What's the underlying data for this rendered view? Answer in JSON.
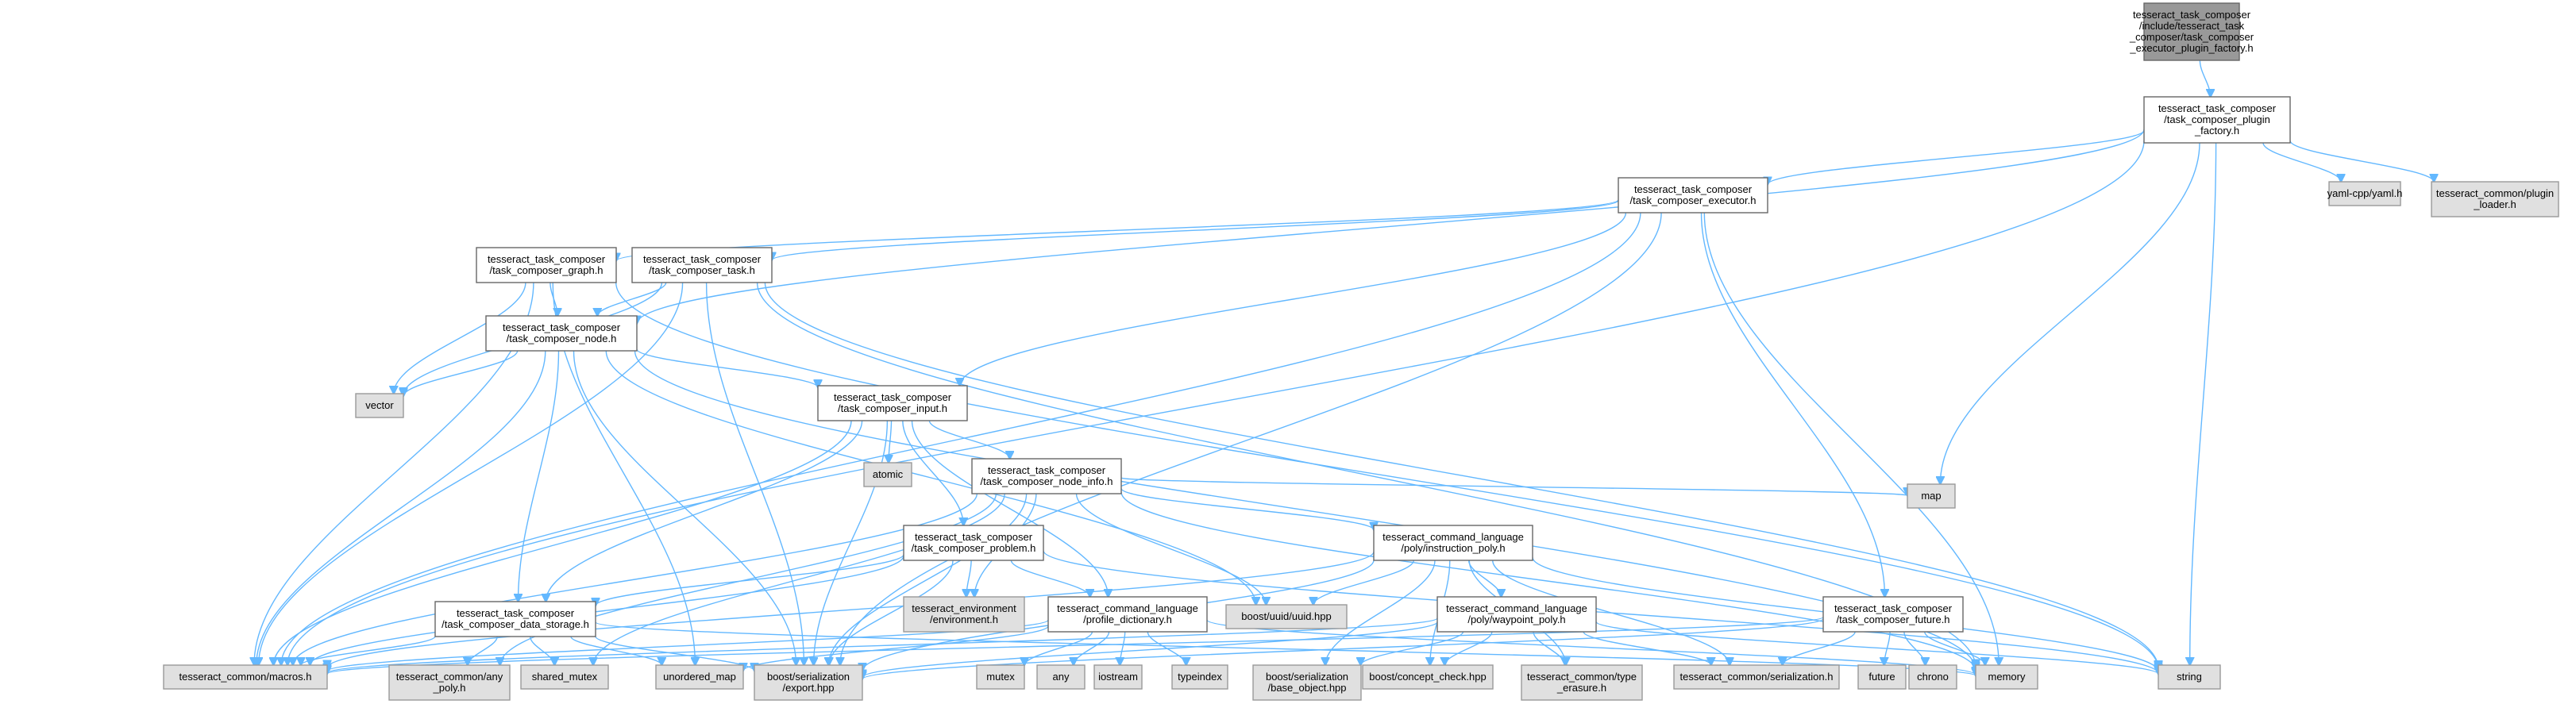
{
  "graph": {
    "root": "root",
    "nodes": [
      {
        "id": "root",
        "kind": "root",
        "lines": [
          "tesseract_task_composer",
          "/include/tesseract_task",
          "_composer/task_composer",
          "_executor_plugin_factory.h"
        ]
      },
      {
        "id": "plugin_factory",
        "kind": "doc",
        "lines": [
          "tesseract_task_composer",
          "/task_composer_plugin",
          "_factory.h"
        ]
      },
      {
        "id": "executor",
        "kind": "doc",
        "lines": [
          "tesseract_task_composer",
          "/task_composer_executor.h"
        ]
      },
      {
        "id": "yaml",
        "kind": "ext",
        "lines": [
          "yaml-cpp/yaml.h"
        ]
      },
      {
        "id": "plugin_loader",
        "kind": "ext",
        "lines": [
          "tesseract_common/plugin",
          "_loader.h"
        ]
      },
      {
        "id": "graph_h",
        "kind": "doc",
        "lines": [
          "tesseract_task_composer",
          "/task_composer_graph.h"
        ]
      },
      {
        "id": "task_h",
        "kind": "doc",
        "lines": [
          "tesseract_task_composer",
          "/task_composer_task.h"
        ]
      },
      {
        "id": "node_h",
        "kind": "doc",
        "lines": [
          "tesseract_task_composer",
          "/task_composer_node.h"
        ]
      },
      {
        "id": "vector",
        "kind": "ext",
        "lines": [
          "vector"
        ]
      },
      {
        "id": "input_h",
        "kind": "doc",
        "lines": [
          "tesseract_task_composer",
          "/task_composer_input.h"
        ]
      },
      {
        "id": "atomic",
        "kind": "ext",
        "lines": [
          "atomic"
        ]
      },
      {
        "id": "node_info",
        "kind": "doc",
        "lines": [
          "tesseract_task_composer",
          "/task_composer_node_info.h"
        ]
      },
      {
        "id": "map",
        "kind": "ext",
        "lines": [
          "map"
        ]
      },
      {
        "id": "problem_h",
        "kind": "doc",
        "lines": [
          "tesseract_task_composer",
          "/task_composer_problem.h"
        ]
      },
      {
        "id": "instruction_poly",
        "kind": "doc",
        "lines": [
          "tesseract_command_language",
          "/poly/instruction_poly.h"
        ]
      },
      {
        "id": "environment",
        "kind": "ext",
        "lines": [
          "tesseract_environment",
          "/environment.h"
        ]
      },
      {
        "id": "uuid",
        "kind": "ext",
        "lines": [
          "boost/uuid/uuid.hpp"
        ]
      },
      {
        "id": "data_storage",
        "kind": "doc",
        "lines": [
          "tesseract_task_composer",
          "/task_composer_data_storage.h"
        ]
      },
      {
        "id": "profile_dict",
        "kind": "doc",
        "lines": [
          "tesseract_command_language",
          "/profile_dictionary.h"
        ]
      },
      {
        "id": "waypoint_poly",
        "kind": "doc",
        "lines": [
          "tesseract_command_language",
          "/poly/waypoint_poly.h"
        ]
      },
      {
        "id": "future_h",
        "kind": "doc",
        "lines": [
          "tesseract_task_composer",
          "/task_composer_future.h"
        ]
      },
      {
        "id": "macros",
        "kind": "ext",
        "lines": [
          "tesseract_common/macros.h"
        ]
      },
      {
        "id": "any_poly",
        "kind": "ext",
        "lines": [
          "tesseract_common/any",
          "_poly.h"
        ]
      },
      {
        "id": "shared_mutex",
        "kind": "ext",
        "lines": [
          "shared_mutex"
        ]
      },
      {
        "id": "unordered_map",
        "kind": "ext",
        "lines": [
          "unordered_map"
        ]
      },
      {
        "id": "export",
        "kind": "ext",
        "lines": [
          "boost/serialization",
          "/export.hpp"
        ]
      },
      {
        "id": "mutex",
        "kind": "ext",
        "lines": [
          "mutex"
        ]
      },
      {
        "id": "any",
        "kind": "ext",
        "lines": [
          "any"
        ]
      },
      {
        "id": "iostream",
        "kind": "ext",
        "lines": [
          "iostream"
        ]
      },
      {
        "id": "typeindex",
        "kind": "ext",
        "lines": [
          "typeindex"
        ]
      },
      {
        "id": "base_object",
        "kind": "ext",
        "lines": [
          "boost/serialization",
          "/base_object.hpp"
        ]
      },
      {
        "id": "concept_check",
        "kind": "ext",
        "lines": [
          "boost/concept_check.hpp"
        ]
      },
      {
        "id": "type_erasure",
        "kind": "ext",
        "lines": [
          "tesseract_common/type",
          "_erasure.h"
        ]
      },
      {
        "id": "serialization",
        "kind": "ext",
        "lines": [
          "tesseract_common/serialization.h"
        ]
      },
      {
        "id": "future",
        "kind": "ext",
        "lines": [
          "future"
        ]
      },
      {
        "id": "chrono",
        "kind": "ext",
        "lines": [
          "chrono"
        ]
      },
      {
        "id": "memory",
        "kind": "ext",
        "lines": [
          "memory"
        ]
      },
      {
        "id": "string",
        "kind": "ext",
        "lines": [
          "string"
        ]
      }
    ],
    "edges": [
      [
        "root",
        "plugin_factory"
      ],
      [
        "plugin_factory",
        "executor"
      ],
      [
        "plugin_factory",
        "yaml"
      ],
      [
        "plugin_factory",
        "plugin_loader"
      ],
      [
        "plugin_factory",
        "map"
      ],
      [
        "plugin_factory",
        "string"
      ],
      [
        "plugin_factory",
        "macros"
      ],
      [
        "plugin_factory",
        "node_h"
      ],
      [
        "executor",
        "graph_h"
      ],
      [
        "executor",
        "task_h"
      ],
      [
        "executor",
        "input_h"
      ],
      [
        "executor",
        "future_h"
      ],
      [
        "executor",
        "macros"
      ],
      [
        "executor",
        "export"
      ],
      [
        "executor",
        "memory"
      ],
      [
        "graph_h",
        "node_h"
      ],
      [
        "graph_h",
        "vector"
      ],
      [
        "graph_h",
        "macros"
      ],
      [
        "graph_h",
        "unordered_map"
      ],
      [
        "graph_h",
        "string"
      ],
      [
        "task_h",
        "node_h"
      ],
      [
        "task_h",
        "vector"
      ],
      [
        "task_h",
        "macros"
      ],
      [
        "task_h",
        "export"
      ],
      [
        "task_h",
        "memory"
      ],
      [
        "task_h",
        "string"
      ],
      [
        "node_h",
        "vector"
      ],
      [
        "node_h",
        "input_h"
      ],
      [
        "node_h",
        "data_storage"
      ],
      [
        "node_h",
        "macros"
      ],
      [
        "node_h",
        "export"
      ],
      [
        "node_h",
        "uuid"
      ],
      [
        "node_h",
        "memory"
      ],
      [
        "input_h",
        "atomic"
      ],
      [
        "input_h",
        "node_info"
      ],
      [
        "input_h",
        "problem_h"
      ],
      [
        "input_h",
        "profile_dict"
      ],
      [
        "input_h",
        "data_storage"
      ],
      [
        "input_h",
        "macros"
      ],
      [
        "input_h",
        "export"
      ],
      [
        "node_info",
        "map"
      ],
      [
        "node_info",
        "instruction_poly"
      ],
      [
        "node_info",
        "environment"
      ],
      [
        "node_info",
        "uuid"
      ],
      [
        "node_info",
        "macros"
      ],
      [
        "node_info",
        "shared_mutex"
      ],
      [
        "node_info",
        "export"
      ],
      [
        "node_info",
        "any_poly"
      ],
      [
        "node_info",
        "memory"
      ],
      [
        "problem_h",
        "environment"
      ],
      [
        "problem_h",
        "profile_dict"
      ],
      [
        "problem_h",
        "data_storage"
      ],
      [
        "problem_h",
        "macros"
      ],
      [
        "problem_h",
        "export"
      ],
      [
        "problem_h",
        "string"
      ],
      [
        "instruction_poly",
        "waypoint_poly"
      ],
      [
        "instruction_poly",
        "uuid"
      ],
      [
        "instruction_poly",
        "macros"
      ],
      [
        "instruction_poly",
        "export"
      ],
      [
        "instruction_poly",
        "base_object"
      ],
      [
        "instruction_poly",
        "concept_check"
      ],
      [
        "instruction_poly",
        "type_erasure"
      ],
      [
        "instruction_poly",
        "serialization"
      ],
      [
        "instruction_poly",
        "string"
      ],
      [
        "data_storage",
        "macros"
      ],
      [
        "data_storage",
        "any_poly"
      ],
      [
        "data_storage",
        "shared_mutex"
      ],
      [
        "data_storage",
        "unordered_map"
      ],
      [
        "data_storage",
        "export"
      ],
      [
        "data_storage",
        "memory"
      ],
      [
        "profile_dict",
        "macros"
      ],
      [
        "profile_dict",
        "unordered_map"
      ],
      [
        "profile_dict",
        "mutex"
      ],
      [
        "profile_dict",
        "any"
      ],
      [
        "profile_dict",
        "iostream"
      ],
      [
        "profile_dict",
        "typeindex"
      ],
      [
        "profile_dict",
        "memory"
      ],
      [
        "waypoint_poly",
        "macros"
      ],
      [
        "waypoint_poly",
        "export"
      ],
      [
        "waypoint_poly",
        "base_object"
      ],
      [
        "waypoint_poly",
        "concept_check"
      ],
      [
        "waypoint_poly",
        "type_erasure"
      ],
      [
        "waypoint_poly",
        "serialization"
      ],
      [
        "waypoint_poly",
        "string"
      ],
      [
        "future_h",
        "macros"
      ],
      [
        "future_h",
        "future"
      ],
      [
        "future_h",
        "chrono"
      ],
      [
        "future_h",
        "memory"
      ],
      [
        "future_h",
        "serialization"
      ],
      [
        "future_h",
        "export"
      ]
    ]
  }
}
